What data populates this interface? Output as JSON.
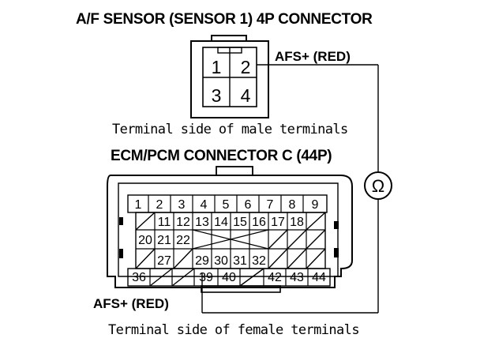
{
  "titles": {
    "af_connector": "A/F SENSOR (SENSOR 1) 4P CONNECTOR",
    "ecm_connector": "ECM/PCM CONNECTOR C (44P)"
  },
  "captions": {
    "male": "Terminal side of male terminals",
    "female": "Terminal side of female terminals"
  },
  "labels": {
    "afs_top": "AFS+ (RED)",
    "afs_bottom": "AFS+ (RED)"
  },
  "meter": {
    "symbol": "Ω",
    "icon": "ohmmeter-icon"
  },
  "af_pins": [
    "1",
    "2",
    "3",
    "4"
  ],
  "ecm_pins": {
    "row1": [
      "1",
      "2",
      "3",
      "4",
      "5",
      "6",
      "7",
      "8",
      "9"
    ],
    "row2": [
      "11",
      "12",
      "13",
      "14",
      "15",
      "16",
      "17",
      "18"
    ],
    "row3": [
      "20",
      "21",
      "22"
    ],
    "row4": [
      "27",
      "29",
      "30",
      "31",
      "32"
    ],
    "row5": [
      "36",
      "39",
      "40",
      "42",
      "43",
      "44"
    ]
  }
}
